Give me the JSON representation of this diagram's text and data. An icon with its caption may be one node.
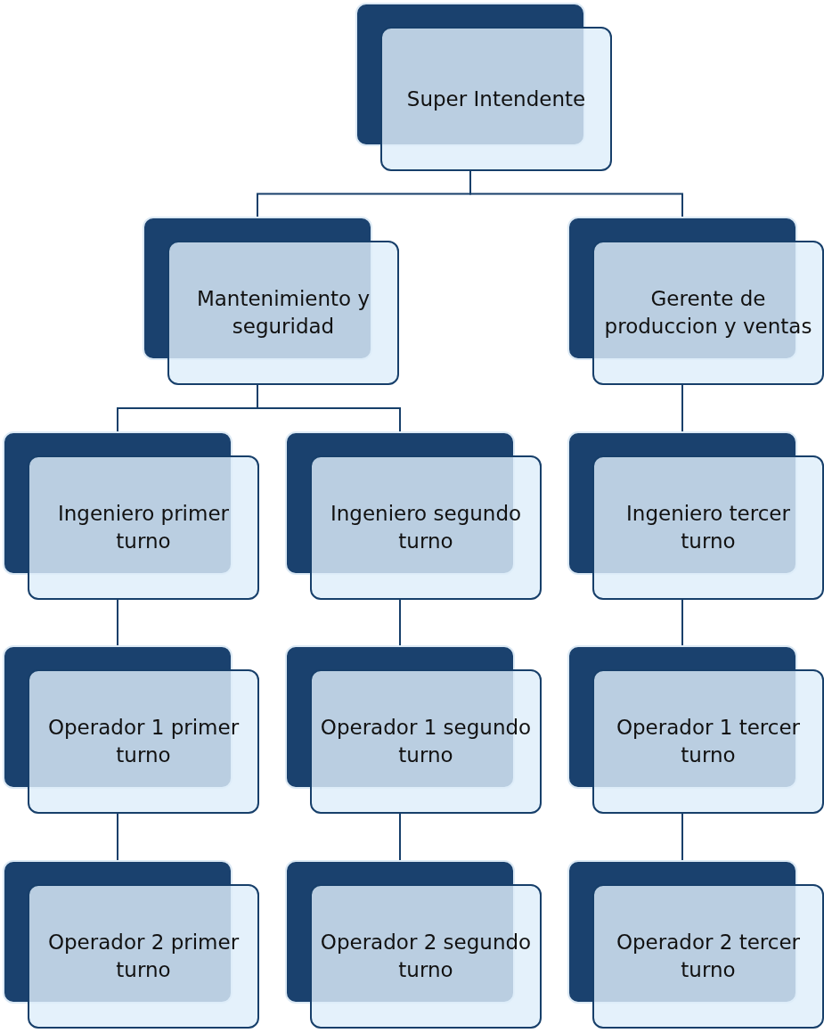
{
  "diagram": {
    "nodes": [
      {
        "text": [
          "Super Intendente"
        ]
      },
      {
        "text": [
          "Mantenimiento y seguridad"
        ]
      },
      {
        "text": [
          "Gerente de produccion y ventas"
        ]
      },
      {
        "text": [
          "Ingeniero primer turno"
        ]
      },
      {
        "text": [
          "Ingeniero segundo turno"
        ]
      },
      {
        "text": [
          "Ingeniero tercer turno"
        ]
      },
      {
        "text": [
          "Operador 1 primer turno"
        ]
      },
      {
        "text": [
          "Operador 1 segundo turno"
        ]
      },
      {
        "text": [
          "Operador 1 tercer turno"
        ]
      },
      {
        "text": [
          "Operador 2 primer turno"
        ]
      },
      {
        "text": [
          "Operador 2 segundo turno"
        ]
      },
      {
        "text": [
          "Operador 2 tercer turno"
        ]
      }
    ],
    "edges": [
      {
        "from": 0,
        "to": 1,
        "arrow": "none"
      },
      {
        "from": 0,
        "to": 2,
        "arrow": "none"
      },
      {
        "from": 1,
        "to": 3,
        "arrow": "none"
      },
      {
        "from": 1,
        "to": 4,
        "arrow": "none"
      },
      {
        "from": 2,
        "to": 5,
        "arrow": "none"
      },
      {
        "from": 3,
        "to": 6,
        "arrow": "none"
      },
      {
        "from": 4,
        "to": 7,
        "arrow": "none"
      },
      {
        "from": 5,
        "to": 8,
        "arrow": "none"
      },
      {
        "from": 6,
        "to": 9,
        "arrow": "none"
      },
      {
        "from": 7,
        "to": 10,
        "arrow": "none"
      },
      {
        "from": 8,
        "to": 11,
        "arrow": "none"
      }
    ]
  }
}
